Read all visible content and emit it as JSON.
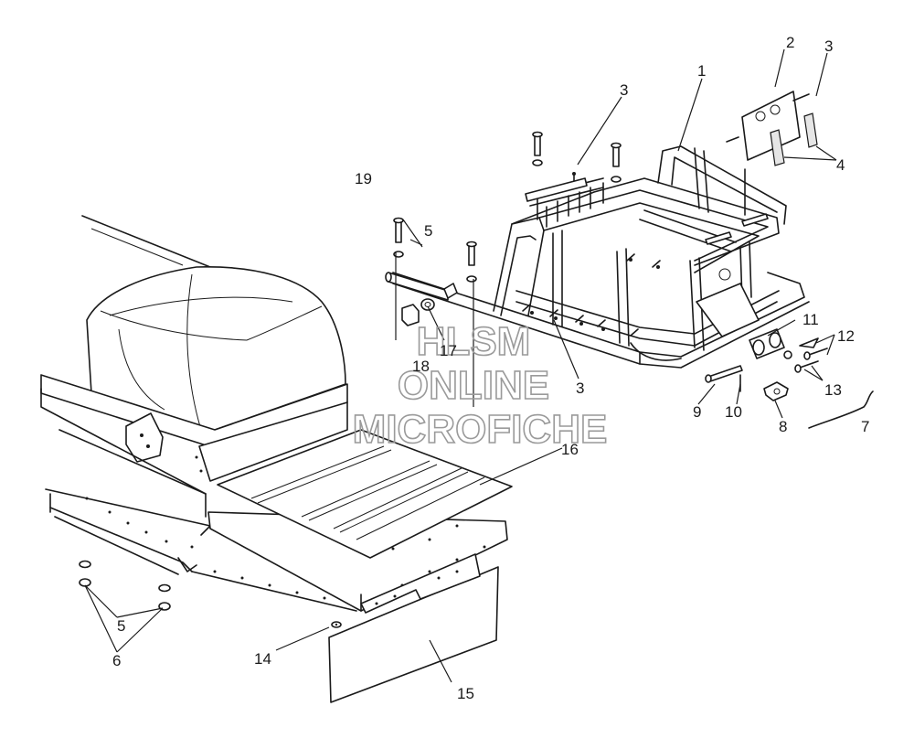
{
  "watermark": {
    "line1": "HLSM",
    "line2": "ONLINE",
    "line3": "MICROFICHE"
  },
  "callouts": {
    "c1": "1",
    "c2": "2",
    "c3a": "3",
    "c3b": "3",
    "c3c": "3",
    "c4": "4",
    "c5a": "5",
    "c5b": "5",
    "c6": "6",
    "c7": "7",
    "c8": "8",
    "c9": "9",
    "c10": "10",
    "c11": "11",
    "c12": "12",
    "c13": "13",
    "c14": "14",
    "c15": "15",
    "c16": "16",
    "c17": "17",
    "c18": "18",
    "c19": "19"
  }
}
